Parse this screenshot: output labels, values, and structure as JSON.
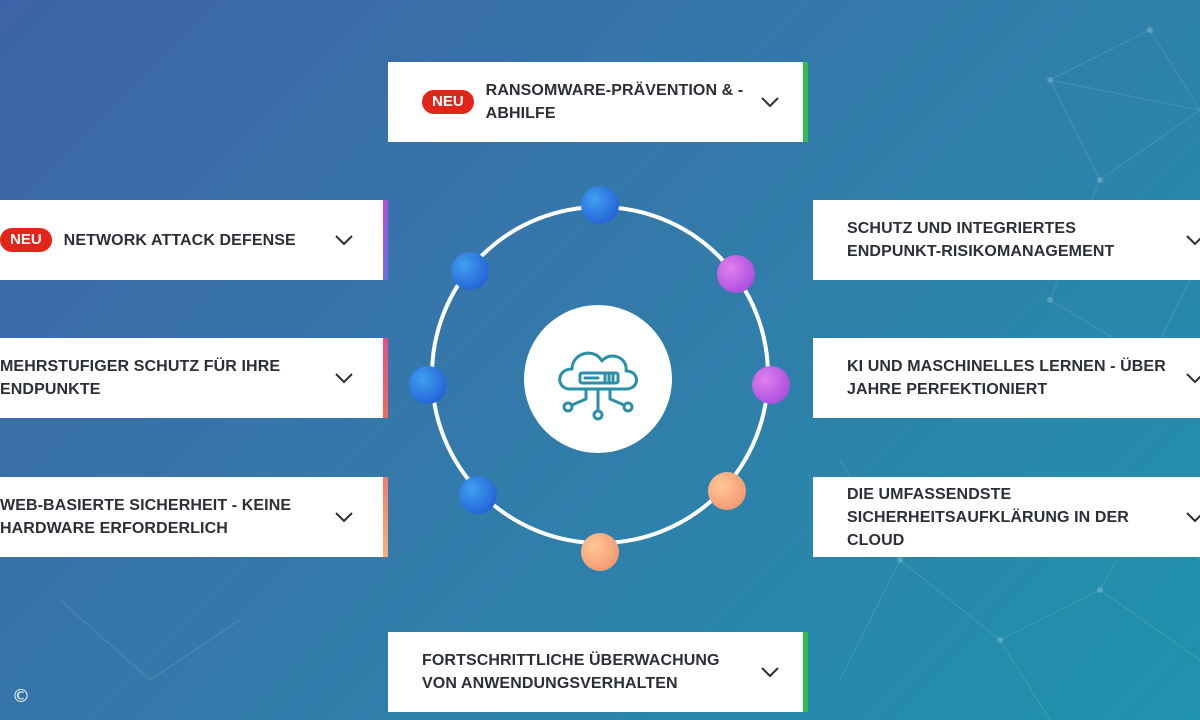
{
  "badge_label": "NEU",
  "cards": {
    "top": {
      "label": "RANSOMWARE-PRÄVENTION & -ABHILFE",
      "bar": "#2fbf4f"
    },
    "left1": {
      "label": "NETWORK ATTACK DEFENSE",
      "bar": "#8a4ed0"
    },
    "left2": {
      "label": "MEHRSTUFIGER SCHUTZ FÜR IHRE ENDPUNKTE",
      "bar": "#e84e6e"
    },
    "left3": {
      "label": "WEB-BASIERTE SICHERHEIT - KEINE HARDWARE ERFORDERLICH",
      "bar": "#f08a68"
    },
    "right1": {
      "label": "SCHUTZ UND INTEGRIERTES ENDPUNKT-RISIKOMANAGEMENT"
    },
    "right2": {
      "label": "KI UND MASCHINELLES LERNEN - ÜBER JAHRE PERFEKTIONIERT"
    },
    "right3": {
      "label": "DIE UMFASSENDSTE SICHERHEITSAUFKLÄRUNG IN DER CLOUD"
    },
    "bottom": {
      "label": "FORTSCHRITTLICHE ÜBERWACHUNG VON ANWENDUNGSVERHALTEN",
      "bar": "#2fbf4f"
    }
  },
  "center_icon": "cloud-network-icon",
  "copyright": "©",
  "colors": {
    "accent_red": "#e3241b",
    "ring": "#ffffff",
    "dot_blue": "#1c4fd0",
    "dot_purple": "#9a3fd6",
    "dot_orange": "#f08a68"
  }
}
